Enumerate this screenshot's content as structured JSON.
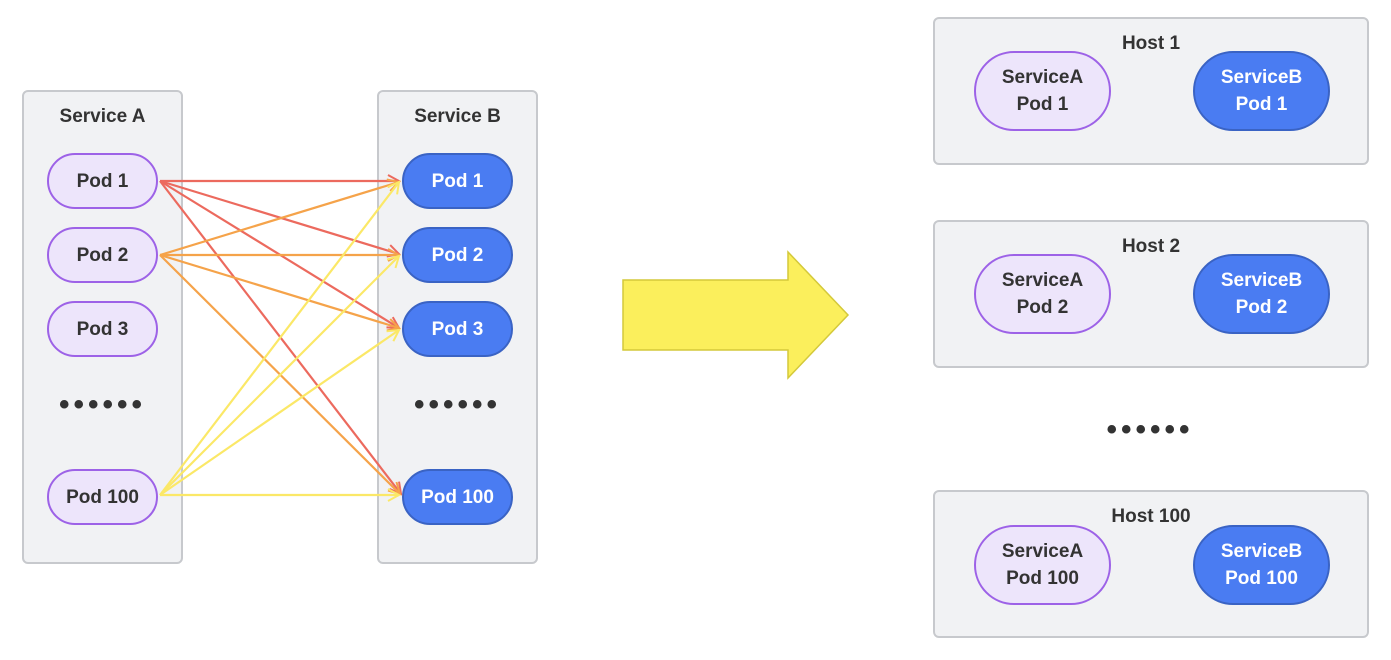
{
  "left": {
    "service_a": {
      "title": "Service A",
      "pods": [
        "Pod 1",
        "Pod 2",
        "Pod 3",
        "Pod 100"
      ],
      "ellipsis": "••••••"
    },
    "service_b": {
      "title": "Service B",
      "pods": [
        "Pod 1",
        "Pod 2",
        "Pod 3",
        "Pod 100"
      ],
      "ellipsis": "••••••"
    },
    "connection_colors": {
      "pod1": "#ec6a5e",
      "pod2": "#f5a34a",
      "pod100": "#fbe867"
    }
  },
  "transition_arrow": {
    "fill": "#fbef5c",
    "stroke": "#d4c93a"
  },
  "right": {
    "hosts": [
      {
        "title": "Host 1",
        "a_line1": "ServiceA",
        "a_line2": "Pod 1",
        "b_line1": "ServiceB",
        "b_line2": "Pod 1"
      },
      {
        "title": "Host 2",
        "a_line1": "ServiceA",
        "a_line2": "Pod 2",
        "b_line1": "ServiceB",
        "b_line2": "Pod 2"
      },
      {
        "title": "Host 100",
        "a_line1": "ServiceA",
        "a_line2": "Pod 100",
        "b_line1": "ServiceB",
        "b_line2": "Pod 100"
      }
    ],
    "ellipsis": "••••••",
    "arrow_color": "#f5a34a"
  }
}
